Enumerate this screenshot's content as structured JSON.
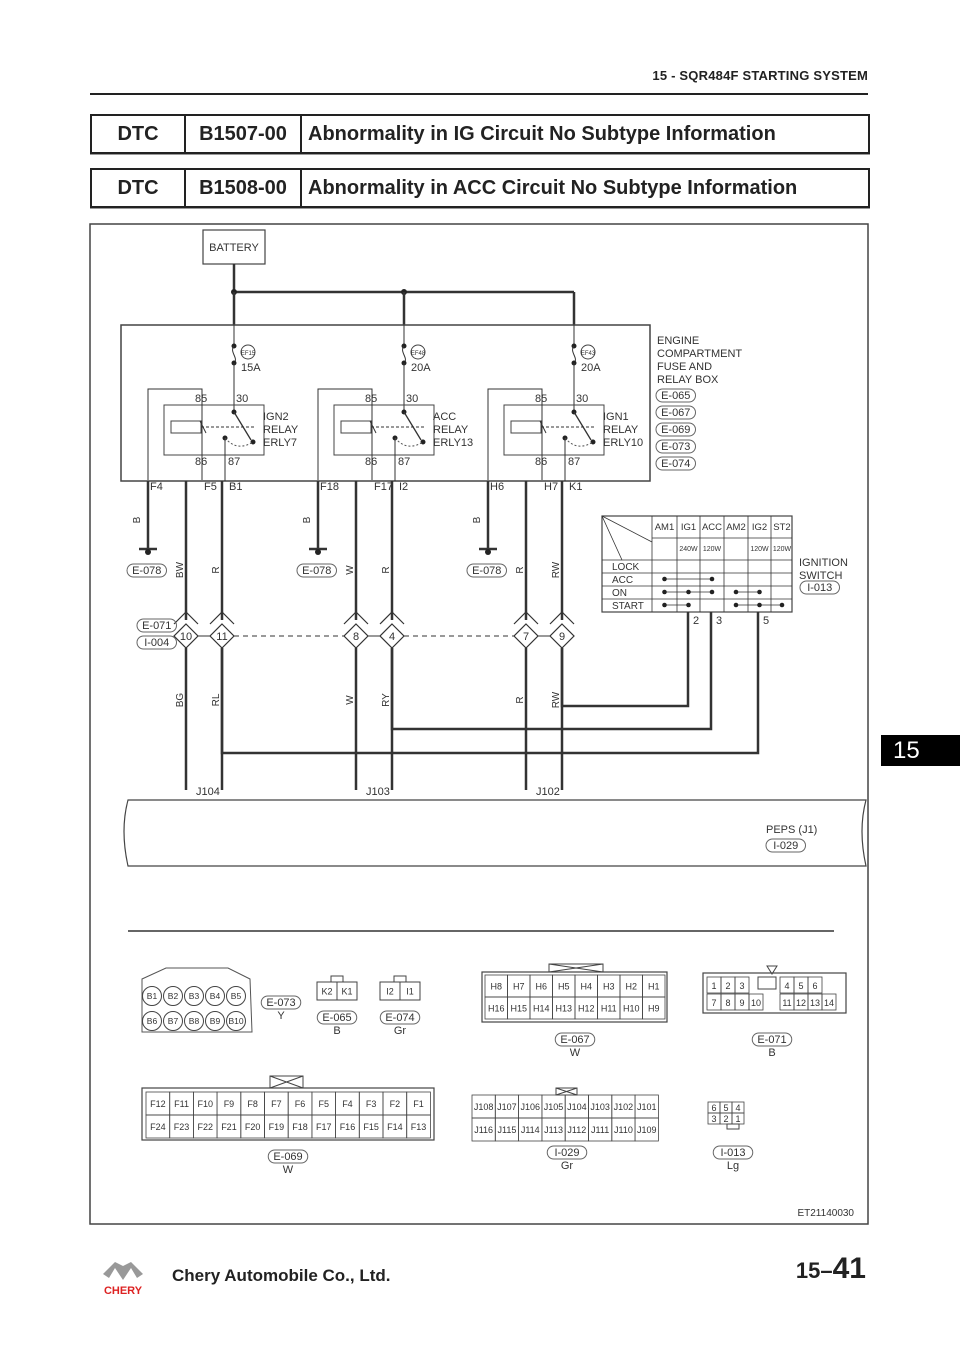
{
  "header": {
    "title": "15 - SQR484F STARTING SYSTEM"
  },
  "dtc_rows": [
    {
      "label": "DTC",
      "code": "B1507-00",
      "description": "Abnormality in IG Circuit No Subtype Information"
    },
    {
      "label": "DTC",
      "code": "B1508-00",
      "description": "Abnormality in ACC Circuit No Subtype Information"
    }
  ],
  "diagram": {
    "battery": "BATTERY",
    "fuse_box": {
      "lines": [
        "ENGINE",
        "COMPARTMENT",
        "FUSE AND",
        "RELAY BOX"
      ],
      "connectors": [
        "E-065",
        "E-067",
        "E-069",
        "E-073",
        "E-074"
      ]
    },
    "fuses": [
      {
        "id": "EF15",
        "rating": "15A"
      },
      {
        "id": "EF48",
        "rating": "20A"
      },
      {
        "id": "EF43",
        "rating": "20A"
      }
    ],
    "relays": [
      {
        "lines": [
          "IGN2",
          "RELAY",
          "ERLY7"
        ],
        "pins": [
          "85",
          "30",
          "86",
          "87"
        ],
        "terminals": [
          "F4",
          "F5",
          "B1"
        ]
      },
      {
        "lines": [
          "ACC",
          "RELAY",
          "ERLY13"
        ],
        "pins": [
          "85",
          "30",
          "86",
          "87"
        ],
        "terminals": [
          "F18",
          "F17",
          "I2"
        ]
      },
      {
        "lines": [
          "IGN1",
          "RELAY",
          "ERLY10"
        ],
        "pins": [
          "85",
          "30",
          "86",
          "87"
        ],
        "terminals": [
          "H6",
          "H7",
          "K1"
        ]
      }
    ],
    "ground_wire_color": "B",
    "ground_connector": "E-078",
    "upper_wire_colors": [
      "BW",
      "R",
      "W",
      "R",
      "R",
      "RW"
    ],
    "inline_connectors": [
      "E-071",
      "I-004"
    ],
    "inline_pins": [
      "10",
      "11",
      "8",
      "4",
      "7",
      "9"
    ],
    "lower_wire_colors": [
      "BG",
      "RL",
      "W",
      "RY",
      "R",
      "RW"
    ],
    "ignition_switch": {
      "lines": [
        "IGNITION",
        "SWITCH"
      ],
      "connector": "I-013",
      "columns": [
        "AM1",
        "IG1",
        "ACC",
        "AM2",
        "IG2",
        "ST2"
      ],
      "ratings": [
        "",
        "240W",
        "120W",
        "",
        "120W",
        "120W"
      ],
      "positions": [
        "LOCK",
        "ACC",
        "ON",
        "START"
      ],
      "pins": [
        "2",
        "3",
        "5"
      ]
    },
    "peps": {
      "label": "PEPS (J1)",
      "connector": "I-029",
      "terminals": [
        "J104",
        "J103",
        "J102"
      ]
    },
    "connector_views": [
      {
        "id": "E-073",
        "color": "Y",
        "pins": [
          "B1",
          "B2",
          "B3",
          "B4",
          "B5",
          "B6",
          "B7",
          "B8",
          "B9",
          "B10"
        ]
      },
      {
        "id": "E-065",
        "color": "B",
        "pins": [
          "K2",
          "K1"
        ]
      },
      {
        "id": "E-074",
        "color": "Gr",
        "pins": [
          "I2",
          "I1"
        ]
      },
      {
        "id": "E-067",
        "color": "W",
        "pins": [
          "H8",
          "H7",
          "H6",
          "H5",
          "H4",
          "H3",
          "H2",
          "H1",
          "H16",
          "H15",
          "H14",
          "H13",
          "H12",
          "H11",
          "H10",
          "H9"
        ]
      },
      {
        "id": "E-071",
        "color": "B",
        "pins": [
          "1",
          "2",
          "3",
          "4",
          "5",
          "6",
          "7",
          "8",
          "9",
          "10",
          "11",
          "12",
          "13",
          "14"
        ]
      },
      {
        "id": "E-069",
        "color": "W",
        "pins": [
          "F12",
          "F11",
          "F10",
          "F9",
          "F8",
          "F7",
          "F6",
          "F5",
          "F4",
          "F3",
          "F2",
          "F1",
          "F24",
          "F23",
          "F22",
          "F21",
          "F20",
          "F19",
          "F18",
          "F17",
          "F16",
          "F15",
          "F14",
          "F13"
        ]
      },
      {
        "id": "I-029",
        "color": "Gr",
        "pins": [
          "J108",
          "J107",
          "J106",
          "J105",
          "J104",
          "J103",
          "J102",
          "J101",
          "J116",
          "J115",
          "J114",
          "J113",
          "J112",
          "J111",
          "J110",
          "J109"
        ]
      },
      {
        "id": "I-013",
        "color": "Lg",
        "pins": [
          "6",
          "5",
          "4",
          "3",
          "2",
          "1"
        ]
      }
    ],
    "figure_id": "ET21140030"
  },
  "side_tab": "15",
  "footer": {
    "company": "Chery Automobile Co., Ltd.",
    "logo_text": "CHERY",
    "page_section": "15–",
    "page_number": "41"
  }
}
